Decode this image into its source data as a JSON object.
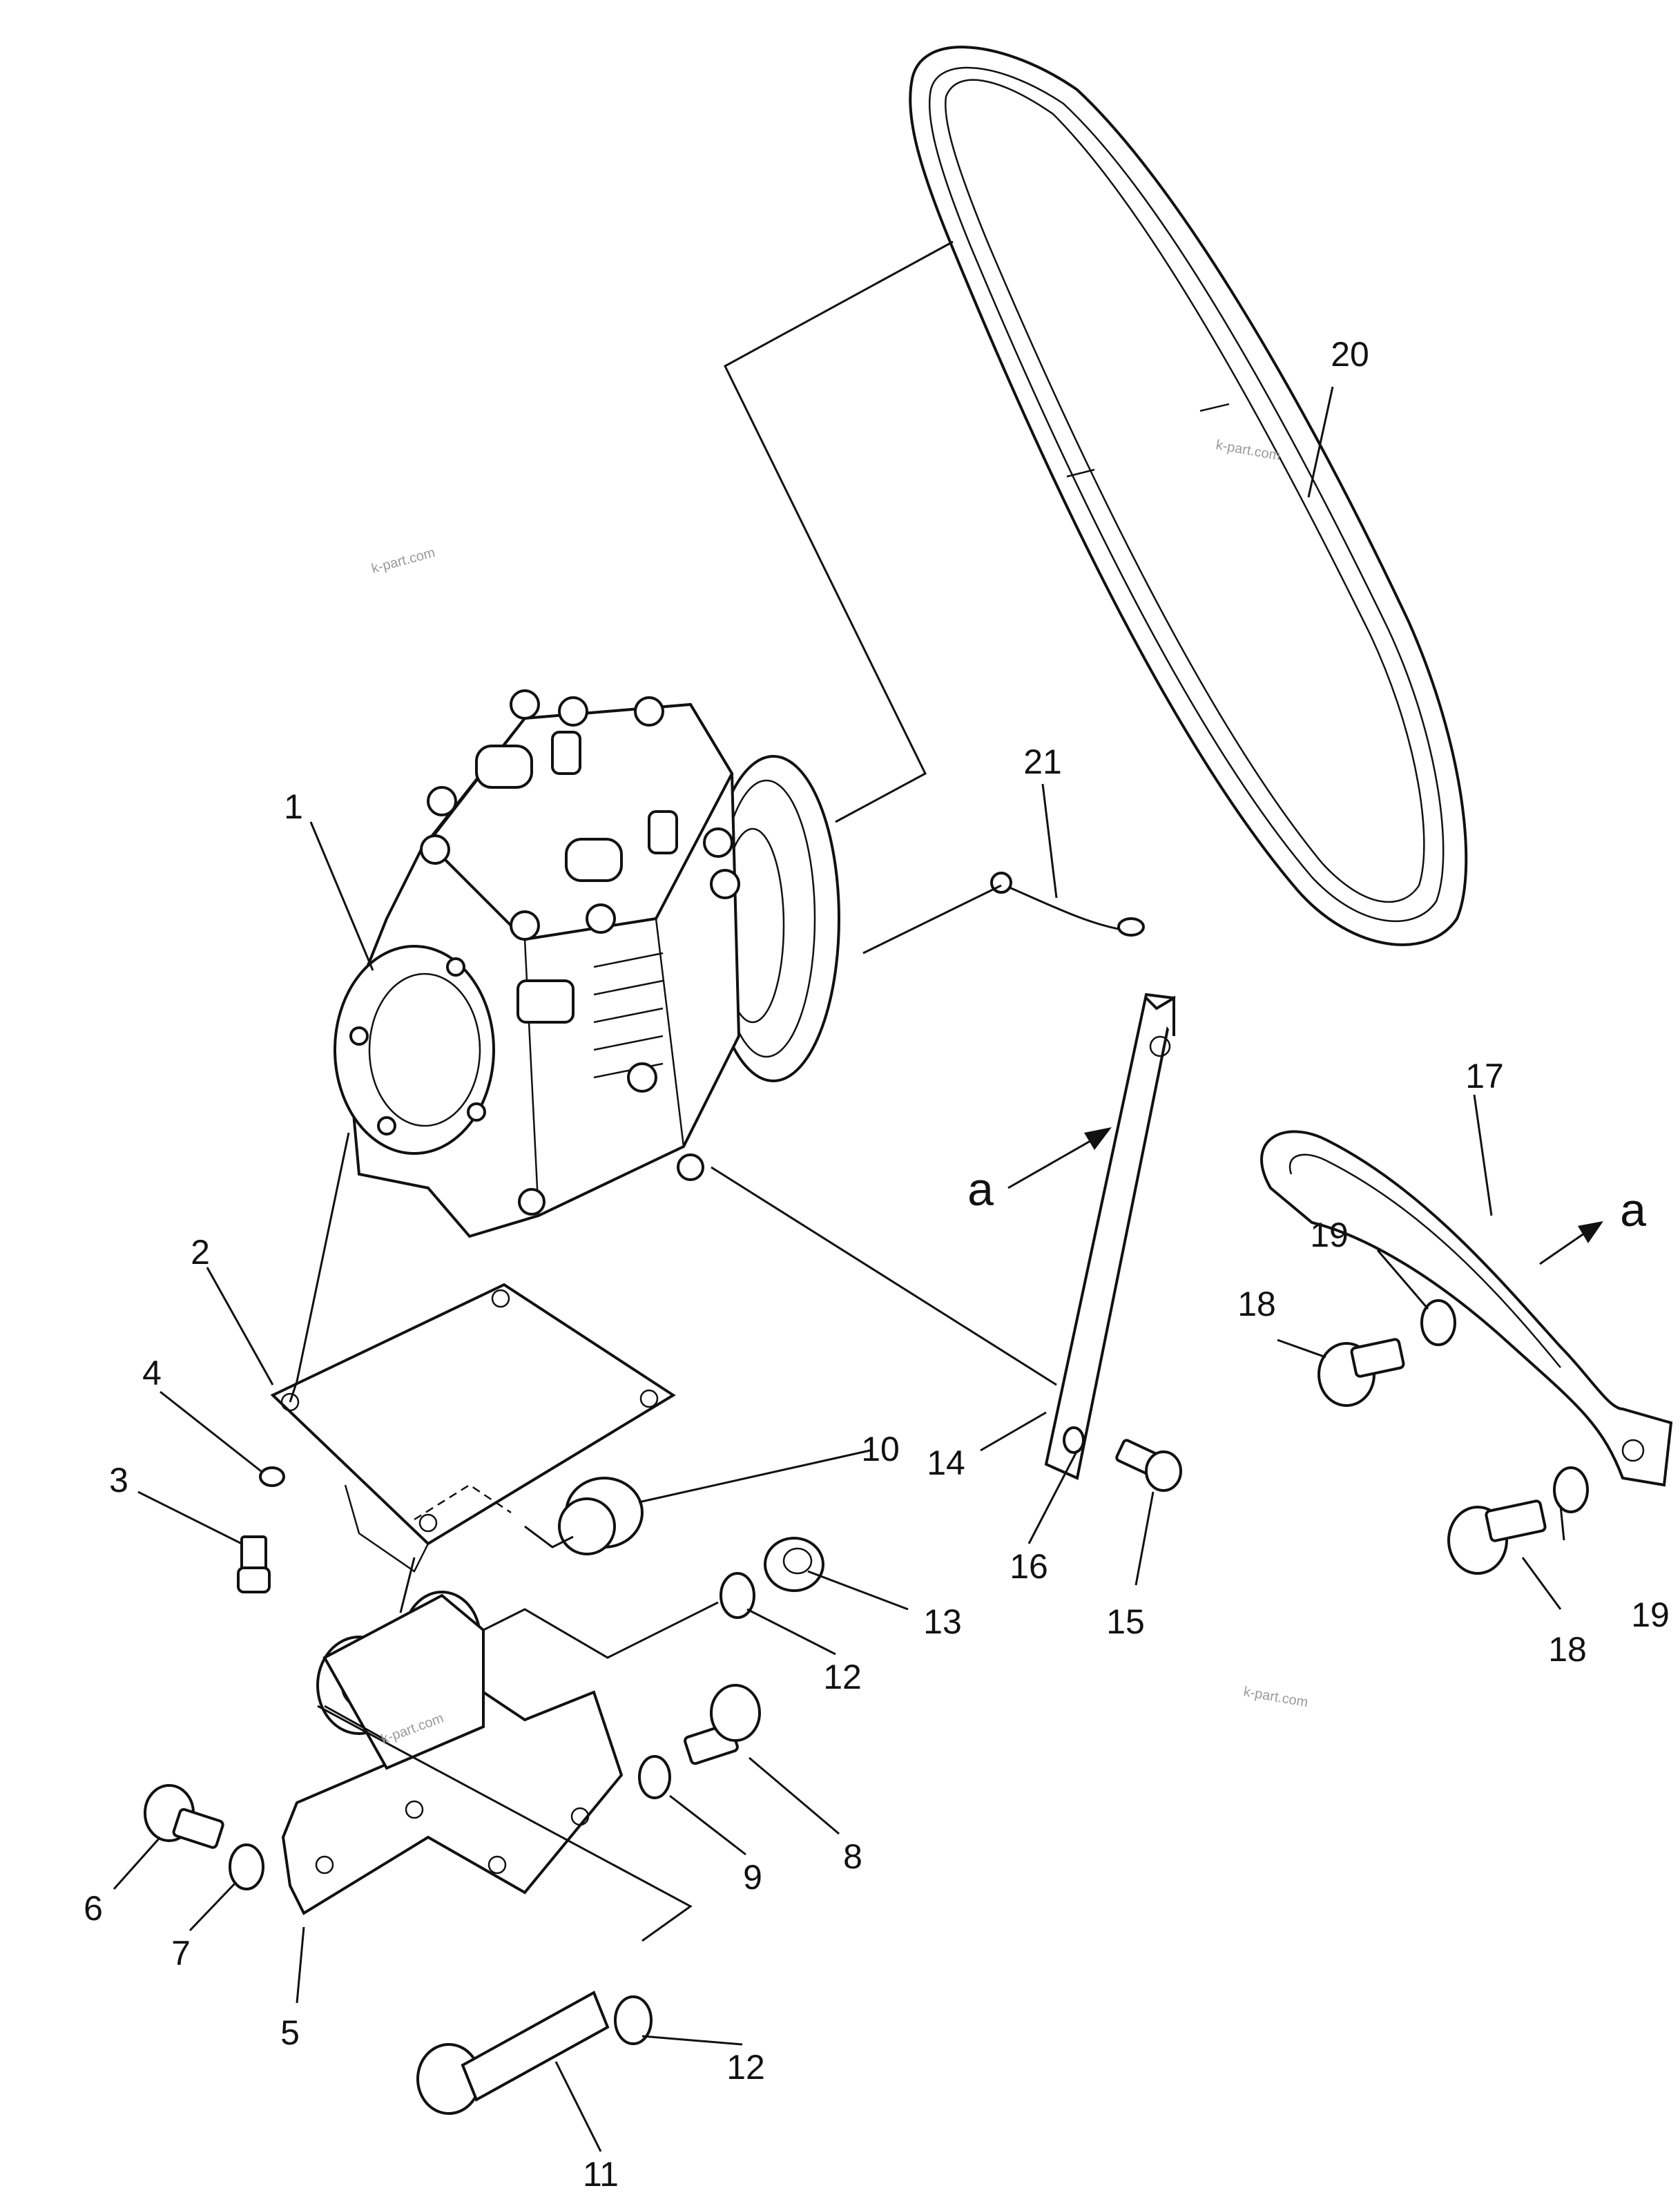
{
  "diagram": {
    "callouts": [
      "1",
      "2",
      "3",
      "4",
      "5",
      "6",
      "7",
      "8",
      "9",
      "10",
      "11",
      "12",
      "12",
      "13",
      "14",
      "15",
      "16",
      "17",
      "18",
      "18",
      "19",
      "19",
      "20",
      "21"
    ],
    "view_arrows": [
      "a",
      "a"
    ],
    "watermarks": [
      "k-part.com",
      "k-part.com",
      "k-part.com",
      "k-part.com"
    ]
  }
}
